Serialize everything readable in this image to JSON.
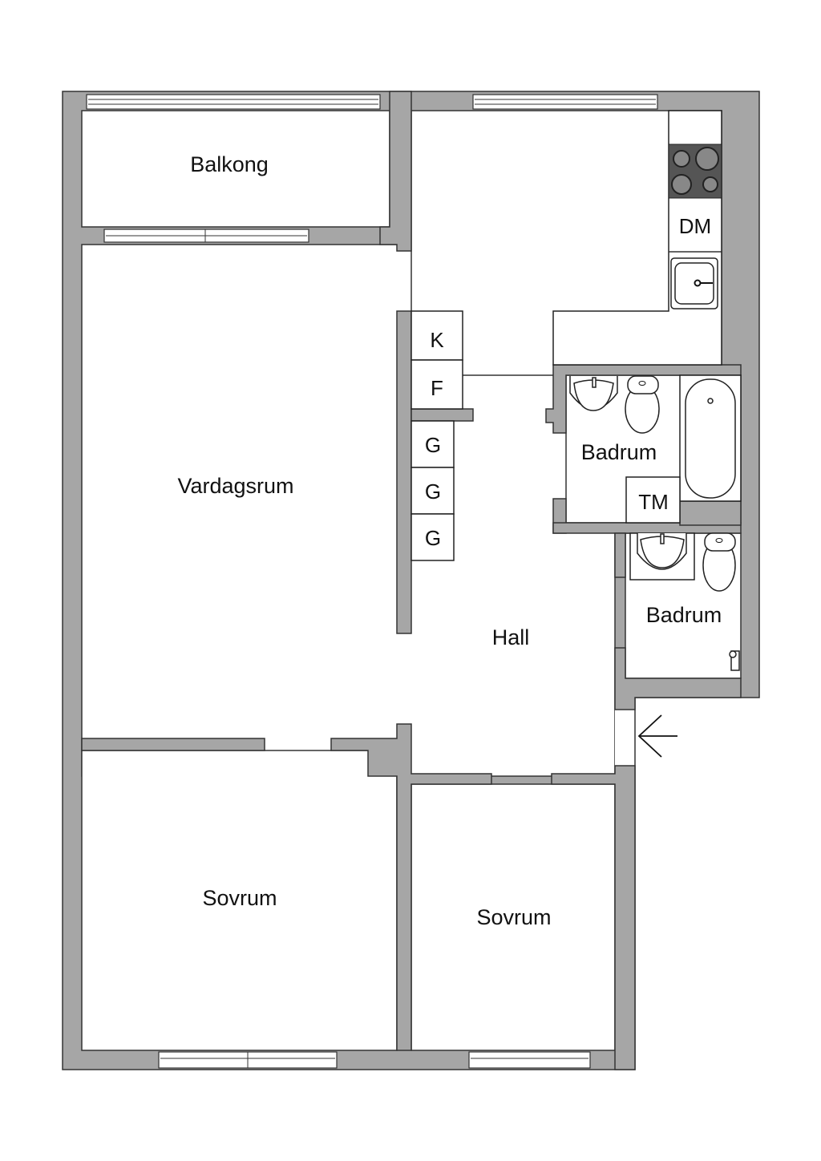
{
  "plan": {
    "rooms": {
      "balcony": "Balkong",
      "living": "Vardagsrum",
      "hall": "Hall",
      "bath1": "Badrum",
      "bath2": "Badrum",
      "bedroom1": "Sovrum",
      "bedroom2": "Sovrum"
    },
    "fixtures": {
      "dishwasher": "DM",
      "washer": "TM",
      "closet_k": "K",
      "closet_f": "F",
      "closet_g1": "G",
      "closet_g2": "G",
      "closet_g3": "G"
    },
    "icons": {
      "entry": "arrow-left-icon"
    },
    "colors": {
      "wall": "#a6a6a6",
      "stove": "#555555",
      "line": "#333333"
    }
  }
}
